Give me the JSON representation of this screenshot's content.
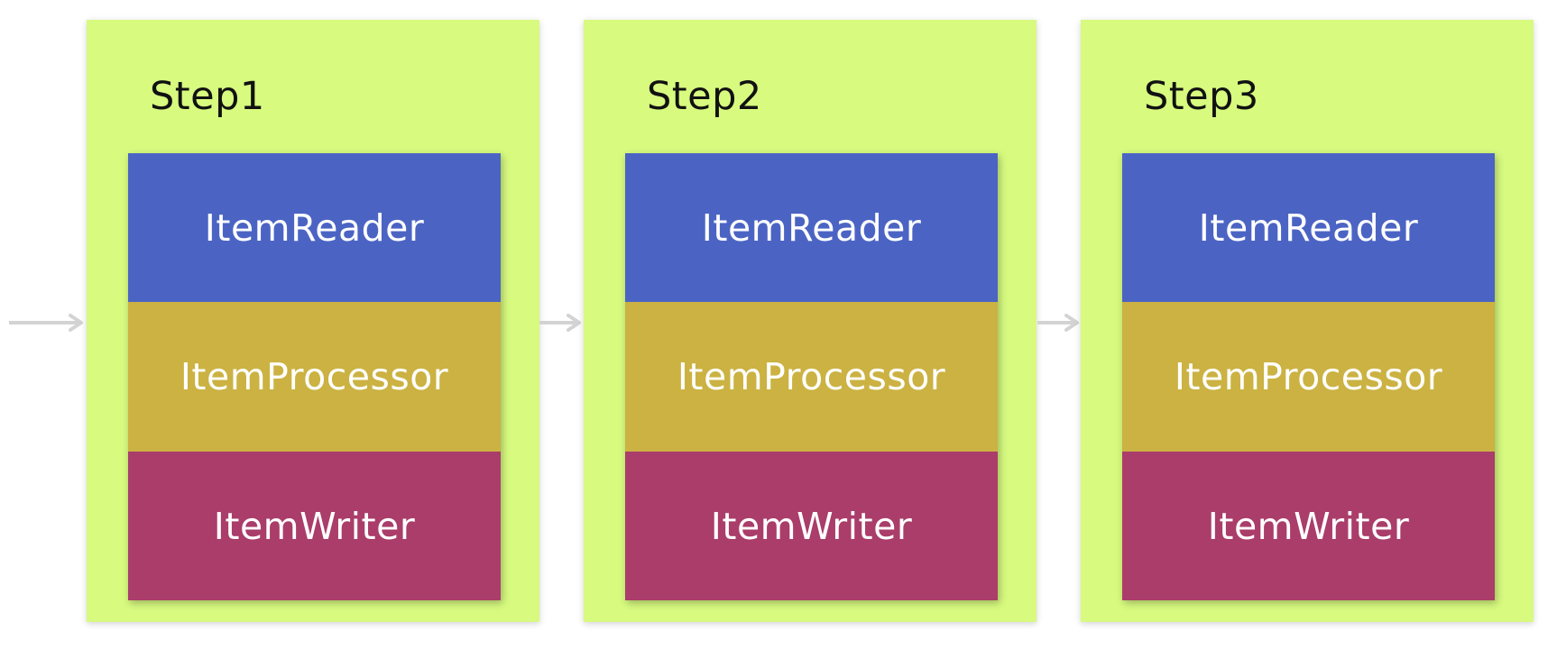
{
  "steps": [
    {
      "title": "Step1",
      "reader": "ItemReader",
      "processor": "ItemProcessor",
      "writer": "ItemWriter"
    },
    {
      "title": "Step2",
      "reader": "ItemReader",
      "processor": "ItemProcessor",
      "writer": "ItemWriter"
    },
    {
      "title": "Step3",
      "reader": "ItemReader",
      "processor": "ItemProcessor",
      "writer": "ItemWriter"
    }
  ],
  "colors": {
    "step_background": "#d7fa7f",
    "reader": "#4b64c4",
    "processor": "#cbb242",
    "writer": "#aa3d6a",
    "arrow": "#d3d3d3"
  },
  "icons": {
    "connector": "right-arrow-icon"
  }
}
